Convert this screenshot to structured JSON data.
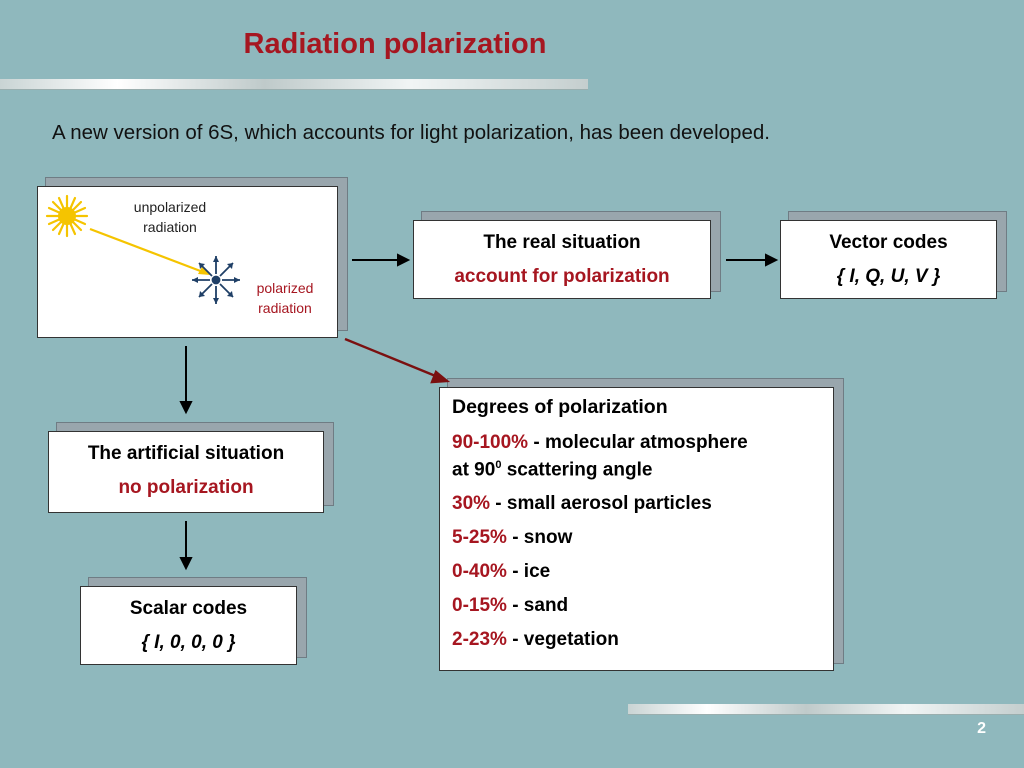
{
  "slide": {
    "title": "Radiation polarization",
    "intro": "A new version of 6S, which accounts for light polarization, has been developed.",
    "page_number": "2"
  },
  "illustration": {
    "unpolarized_line1": "unpolarized",
    "unpolarized_line2": "radiation",
    "polarized_line1": "polarized",
    "polarized_line2": "radiation"
  },
  "real_box": {
    "line1": "The real situation",
    "line2": "account for polarization"
  },
  "vector_box": {
    "line1": "Vector codes",
    "line2": "{ I, Q, U, V }"
  },
  "artificial_box": {
    "line1": "The artificial situation",
    "line2": "no polarization"
  },
  "scalar_box": {
    "line1": "Scalar codes",
    "line2": "{ I, 0, 0, 0 }"
  },
  "degrees": {
    "heading": "Degrees of polarization",
    "items": [
      {
        "pct": "90-100%",
        "desc": " - molecular atmosphere",
        "desc2a": "at 90",
        "sup": "0",
        "desc2b": " scattering angle"
      },
      {
        "pct": "30%",
        "desc": " - small aerosol particles"
      },
      {
        "pct": "5-25%",
        "desc": " - snow"
      },
      {
        "pct": "0-40%",
        "desc": " - ice"
      },
      {
        "pct": "0-15%",
        "desc": " - sand"
      },
      {
        "pct": "2-23%",
        "desc": " - vegetation"
      }
    ]
  },
  "colors": {
    "background": "#8fb8bd",
    "accent_red": "#a61620",
    "sun": "#f5c400",
    "polarized_arrow": "#1f3f66"
  }
}
